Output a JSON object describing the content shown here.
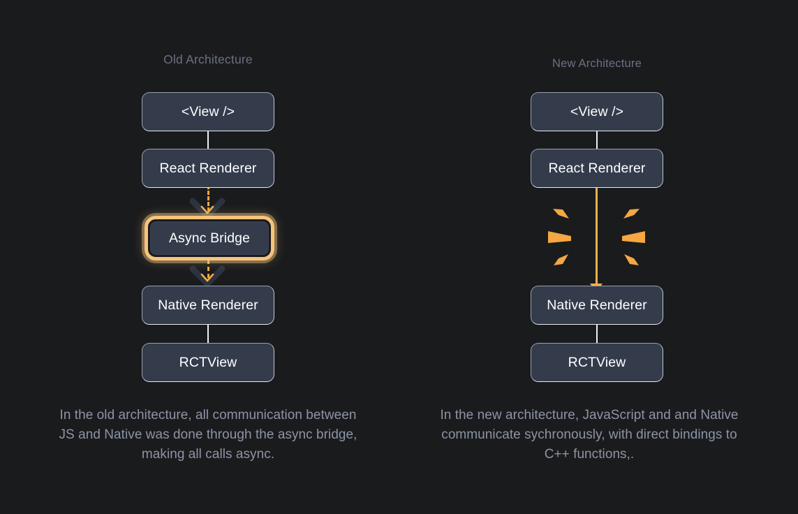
{
  "background": "#1a1b1d",
  "colors": {
    "box_fill": "#343c4c",
    "box_border": "#9aa1ae",
    "accent_orange": "#f6ae4c",
    "highlight_ring": "#f6c47c",
    "title_text": "#6a7183",
    "caption_text": "#8d94a5",
    "node_text": "#ffffff",
    "connector_white": "#eef1f5",
    "chevron_shadow": "#2a3140"
  },
  "columns": [
    {
      "id": "old",
      "title": "Old Architecture",
      "nodes": [
        {
          "id": "view",
          "label": "<View />",
          "highlighted": false
        },
        {
          "id": "react",
          "label": "React Renderer",
          "highlighted": false
        },
        {
          "id": "bridge",
          "label": "Async Bridge",
          "highlighted": true
        },
        {
          "id": "native",
          "label": "Native Renderer",
          "highlighted": false
        },
        {
          "id": "rctview",
          "label": "RCTView",
          "highlighted": false
        }
      ],
      "connectors": [
        {
          "from": "view",
          "to": "react",
          "style": "solid-white"
        },
        {
          "from": "react",
          "to": "bridge",
          "style": "dashed-orange-arrow"
        },
        {
          "from": "bridge",
          "to": "native",
          "style": "dashed-orange-arrow"
        },
        {
          "from": "native",
          "to": "rctview",
          "style": "solid-white"
        }
      ],
      "caption": "In the old architecture, all communication between JS and Native was done through the async bridge, making all calls async."
    },
    {
      "id": "new",
      "title": "New Architecture",
      "nodes": [
        {
          "id": "view",
          "label": "<View />",
          "highlighted": false
        },
        {
          "id": "react",
          "label": "React Renderer",
          "highlighted": false
        },
        {
          "id": "native",
          "label": "Native Renderer",
          "highlighted": false
        },
        {
          "id": "rctview",
          "label": "RCTView",
          "highlighted": false
        }
      ],
      "connectors": [
        {
          "from": "view",
          "to": "react",
          "style": "solid-white"
        },
        {
          "from": "react",
          "to": "native",
          "style": "solid-orange-arrow"
        },
        {
          "from": "native",
          "to": "rctview",
          "style": "solid-white"
        }
      ],
      "burst": {
        "present": true,
        "spark_count": 6,
        "color": "#f6ae4c"
      },
      "caption": "In the new architecture, JavaScript and and Native communicate sychronously, with direct bindings to C++ functions,."
    }
  ]
}
